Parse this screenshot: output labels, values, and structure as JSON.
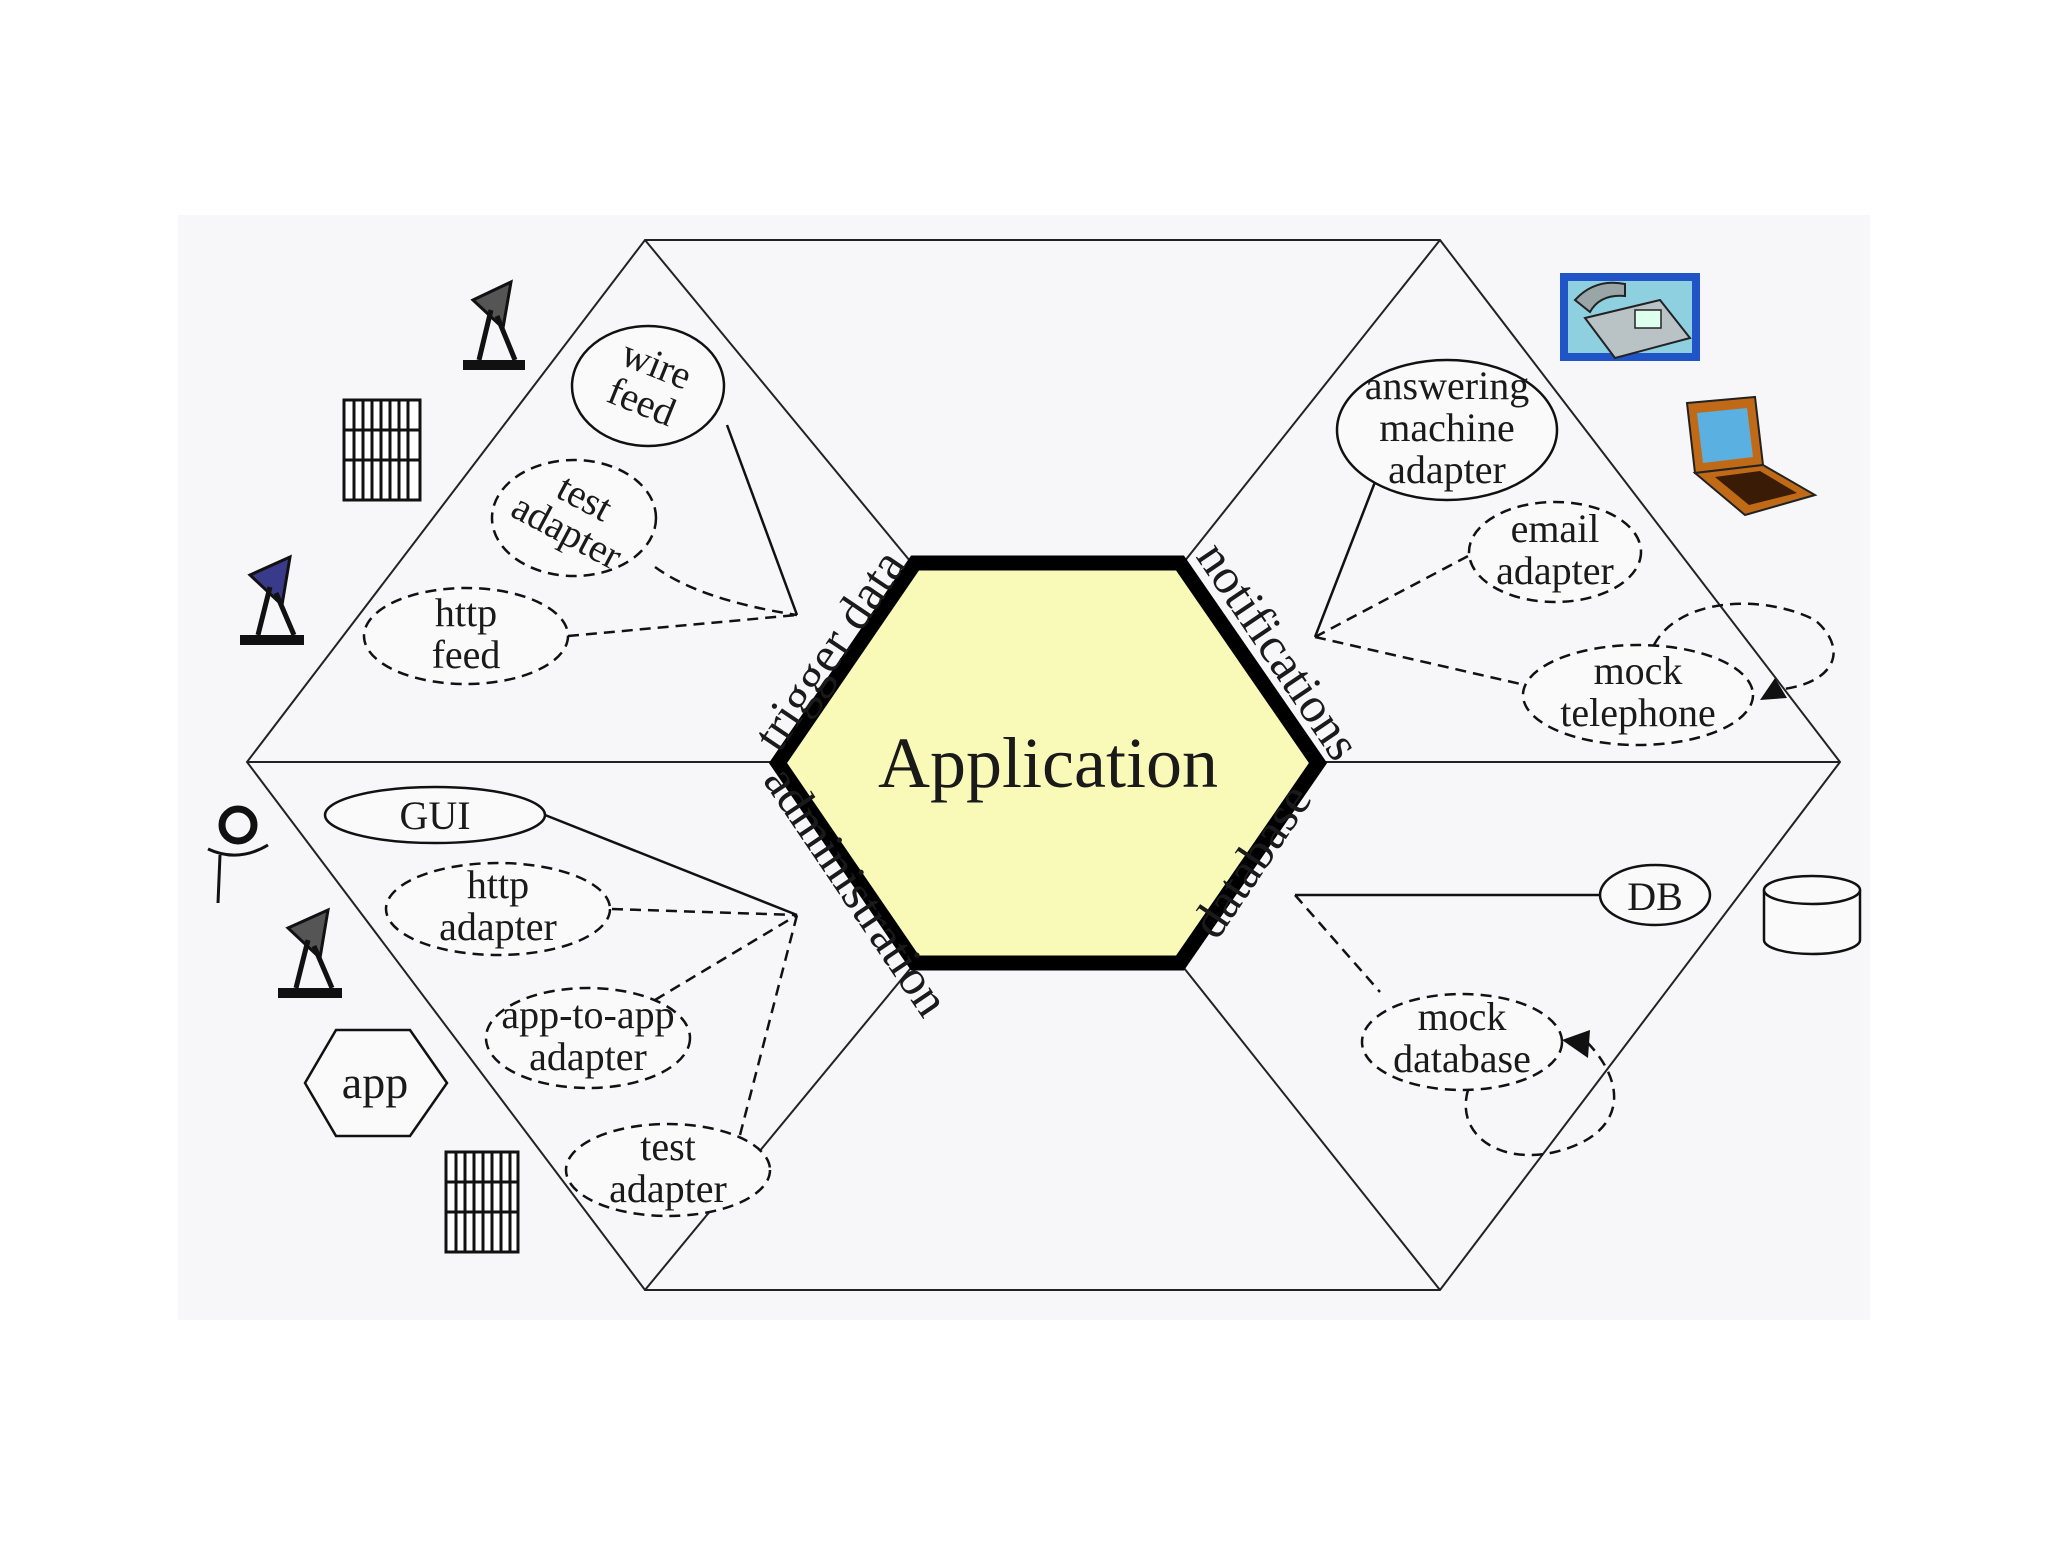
{
  "center": {
    "label": "Application"
  },
  "ports": {
    "trigger_data": "trigger data",
    "administration": "administration",
    "notifications": "notifications",
    "database": "database"
  },
  "adapters": {
    "wire_feed": [
      "wire",
      "feed"
    ],
    "test_adapter_top": [
      "test",
      "adapter"
    ],
    "http_feed": [
      "http",
      "feed"
    ],
    "gui": [
      "GUI"
    ],
    "http_adapter": [
      "http",
      "adapter"
    ],
    "app_to_app_adapter": [
      "app-to-app",
      "adapter"
    ],
    "test_adapter_bottom": [
      "test",
      "adapter"
    ],
    "answering_machine_adapter": [
      "answering",
      "machine",
      "adapter"
    ],
    "email_adapter": [
      "email",
      "adapter"
    ],
    "mock_telephone": [
      "mock",
      "telephone"
    ],
    "db": [
      "DB"
    ],
    "mock_database": [
      "mock",
      "database"
    ]
  },
  "actors": {
    "app_hexagon_label": "app"
  },
  "icons": [
    "satellite-dish-icon",
    "server-rack-icon",
    "satellite-dish-icon",
    "stick-figure-user-icon",
    "satellite-dish-icon",
    "app-hexagon-icon",
    "server-rack-icon",
    "telephone-icon",
    "laptop-icon",
    "database-cylinder-icon"
  ],
  "colors": {
    "background_panel": "#f7f7f9",
    "application_fill": "#fafab8",
    "application_border": "#000000",
    "phone_frame": "#1f55c6",
    "laptop_body": "#c06a18"
  }
}
